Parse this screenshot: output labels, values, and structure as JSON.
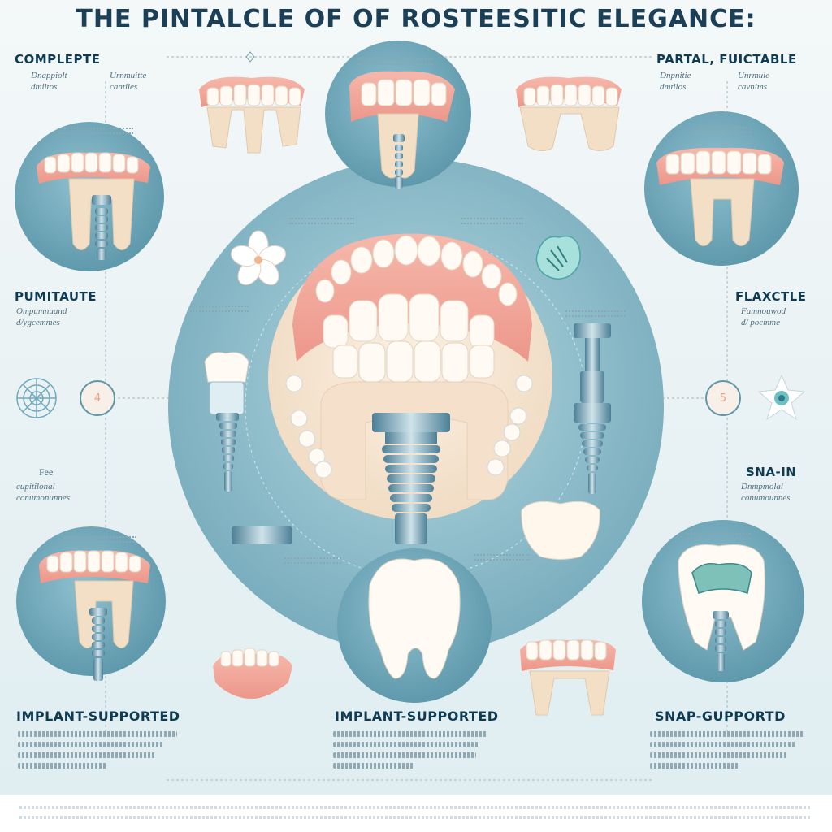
{
  "title": "THE PINTALCLE OF OF ROSTEESITIC ELEGANCE:",
  "labels": {
    "complete": "COMPLEPTE",
    "partial": "PARTAL, FUICTABLE",
    "pumitaute": "PUMITAUTE",
    "flaxctle": "FLAXCTLE",
    "fee": "Fee",
    "snain": "SNA-IN",
    "implant_left": "IMPLANT-SUPPORTED",
    "implant_center": "IMPLANT-SUPPORTED",
    "snap_supported": "SNAP-GUPPORTD"
  },
  "subtexts": {
    "complete_a": [
      "Dnappiolt",
      "dmiitos"
    ],
    "complete_b": [
      "Urnmuitte",
      "cantiies"
    ],
    "partial_a": [
      "Dnpnitie",
      "dmtilos"
    ],
    "partial_b": [
      "Unrmuie",
      "cavnims"
    ],
    "pumitaute": [
      "Ompumnuand",
      "d/ygcemmes"
    ],
    "flaxctle": [
      "Famnouwod",
      "d/ pocmme"
    ],
    "fee": [
      "cupitilonal",
      "conumonunnes"
    ],
    "snain": [
      "Dnmpmolal",
      "conumounnes"
    ]
  },
  "numbers": {
    "left": "4",
    "right": "5"
  },
  "colors": {
    "teal_circle": "#6fa9bb",
    "big_circle": "#8fbfcd",
    "gum": "#f1a69a",
    "tooth": "#fbf6ee",
    "cream": "#f3dfc8",
    "metal": "#6b9bb0",
    "accent_number": "#e9a186"
  },
  "icons": {
    "left_ornament": "mandala-icon",
    "right_ornament": "flower-icon",
    "left_flower": "white-flower-icon",
    "right_flower": "teal-flower-icon"
  }
}
